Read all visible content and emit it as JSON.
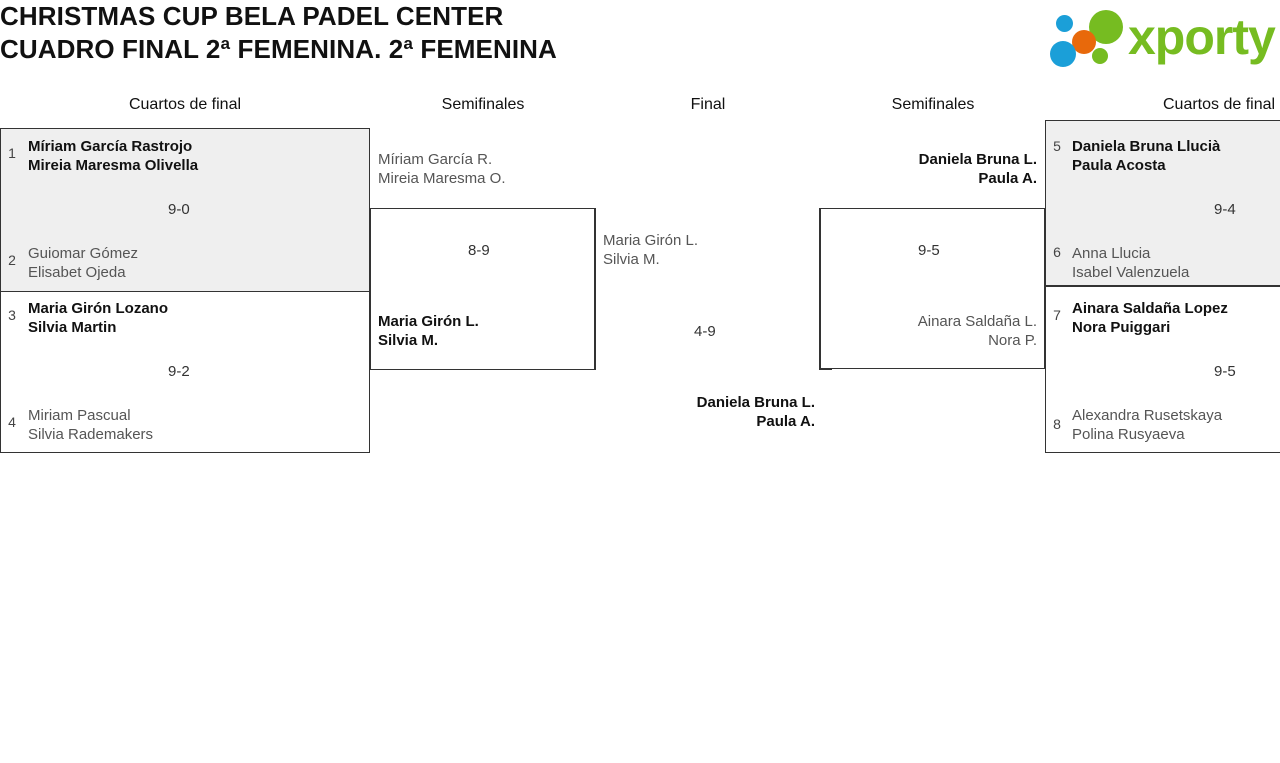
{
  "header": {
    "title_line1": "CHRISTMAS CUP BELA PADEL CENTER",
    "title_line2": "CUADRO FINAL 2ª FEMENINA. 2ª FEMENINA"
  },
  "logo": {
    "wordmark": "xporty",
    "green": "#76bc21",
    "blue": "#1b9fd8",
    "orange": "#e8690b"
  },
  "rounds": [
    {
      "label": "Cuartos de final"
    },
    {
      "label": "Semifinales"
    },
    {
      "label": "Final"
    },
    {
      "label": "Semifinales"
    },
    {
      "label": "Cuartos de final"
    }
  ],
  "bracket": {
    "left_quarterfinals": [
      {
        "score": "9-0",
        "top": {
          "seed": "1",
          "line1": "Míriam García Rastrojo",
          "line2": "Mireia Maresma Olivella",
          "result": "win"
        },
        "bottom": {
          "seed": "2",
          "line1": "Guiomar Gómez",
          "line2": "Elisabet Ojeda",
          "result": "lose"
        }
      },
      {
        "score": "9-2",
        "top": {
          "seed": "3",
          "line1": "Maria Girón Lozano",
          "line2": "Silvia Martin",
          "result": "win"
        },
        "bottom": {
          "seed": "4",
          "line1": "Miriam Pascual",
          "line2": "Silvia Rademakers",
          "result": "lose"
        }
      }
    ],
    "left_semifinal": {
      "score": "8-9",
      "top": {
        "line1": "Míriam García R.",
        "line2": "Mireia Maresma O.",
        "result": "lose"
      },
      "bottom": {
        "line1": "Maria Girón L.",
        "line2": "Silvia M.",
        "result": "win"
      }
    },
    "final": {
      "score": "4-9",
      "top": {
        "line1": "Maria Girón L.",
        "line2": "Silvia M.",
        "result": "lose"
      },
      "bottom": {
        "line1": "Daniela Bruna L.",
        "line2": "Paula A.",
        "result": "win"
      }
    },
    "right_semifinal": {
      "score": "9-5",
      "top": {
        "line1": "Daniela Bruna L.",
        "line2": "Paula A.",
        "result": "win"
      },
      "bottom": {
        "line1": "Ainara Saldaña L.",
        "line2": "Nora P.",
        "result": "lose"
      }
    },
    "right_quarterfinals": [
      {
        "score": "9-4",
        "top": {
          "seed": "5",
          "line1": "Daniela Bruna Llucià",
          "line2": "Paula Acosta",
          "result": "win"
        },
        "bottom": {
          "seed": "6",
          "line1": "Anna Llucia",
          "line2": "Isabel Valenzuela",
          "result": "lose"
        }
      },
      {
        "score": "9-5",
        "top": {
          "seed": "7",
          "line1": "Ainara Saldaña Lopez",
          "line2": "Nora Puiggari",
          "result": "win"
        },
        "bottom": {
          "seed": "8",
          "line1": "Alexandra Rusetskaya",
          "line2": "Polina Rusyaeva",
          "result": "lose"
        }
      }
    ]
  }
}
